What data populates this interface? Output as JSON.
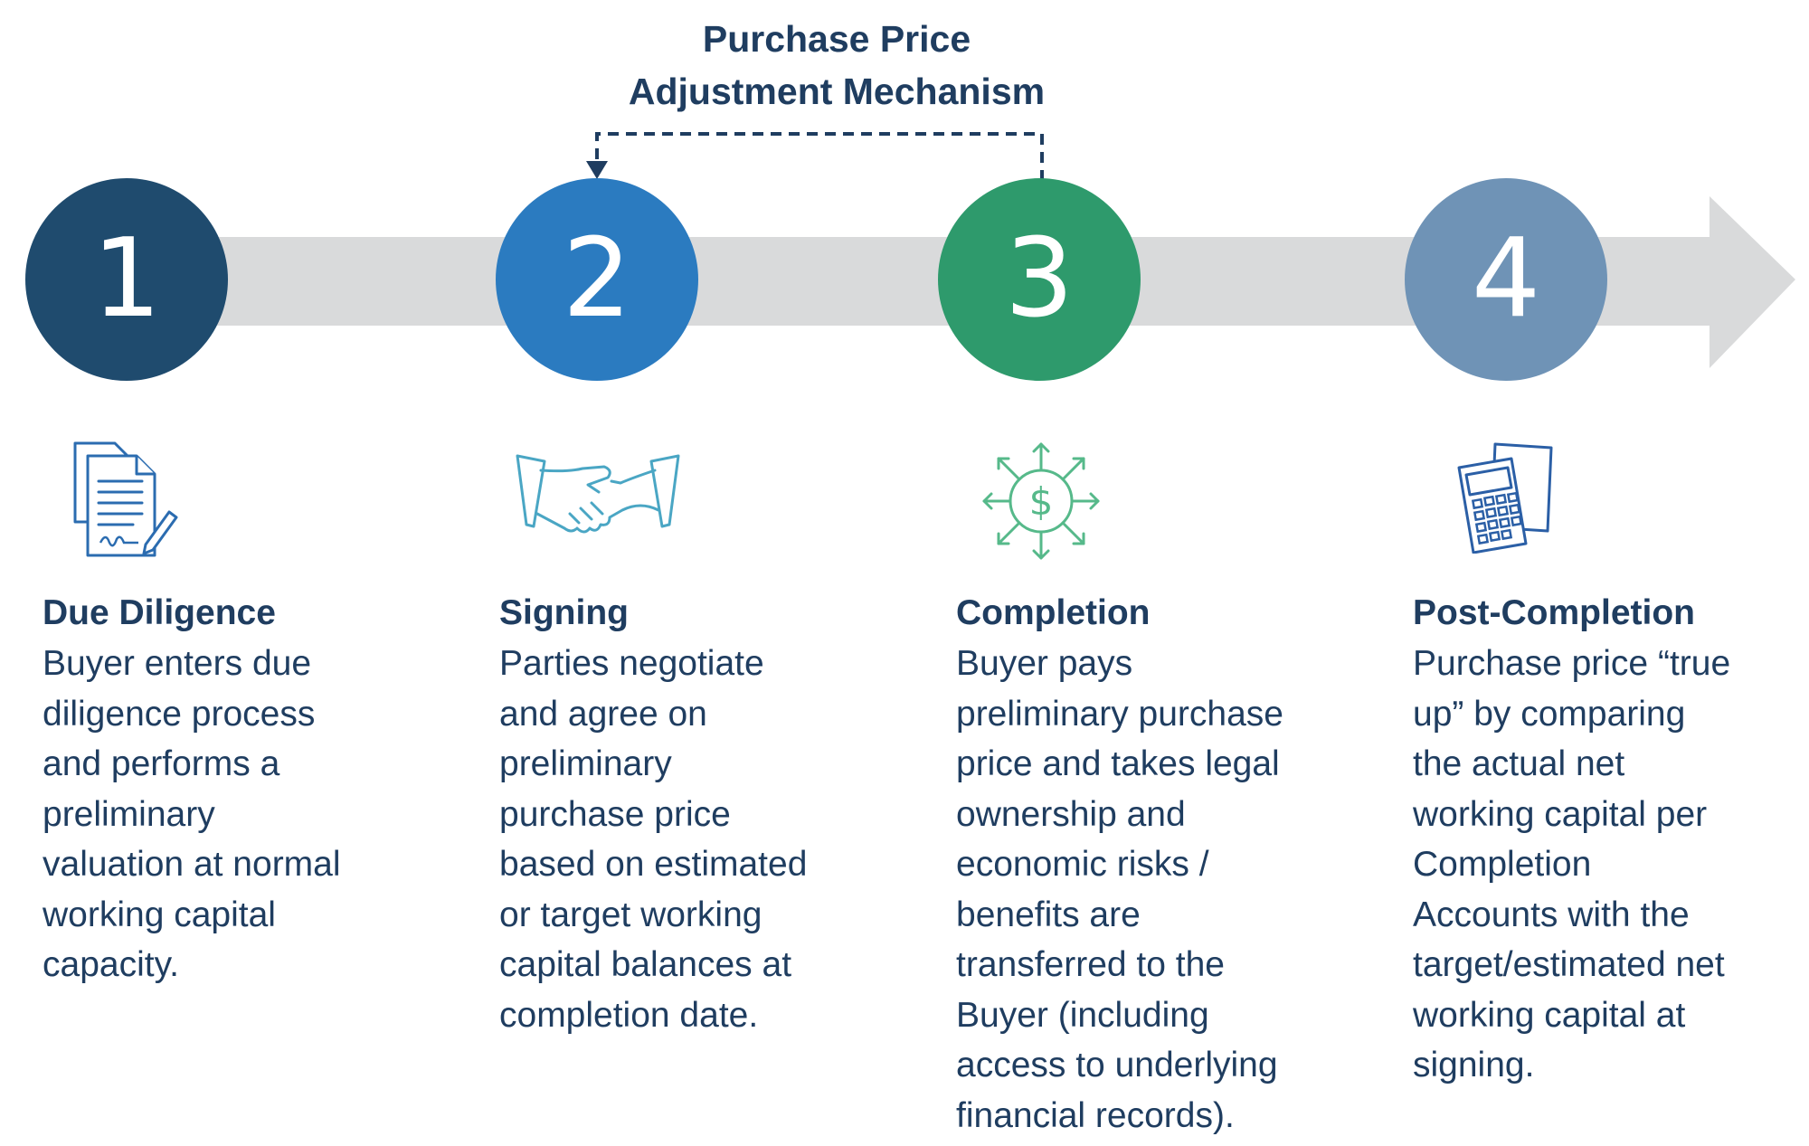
{
  "title": {
    "line1": "Purchase Price",
    "line2": "Adjustment Mechanism"
  },
  "colors": {
    "arrow": "#d9dadb",
    "connector": "#1f3d60",
    "step1": "#1f4b6e",
    "step2": "#2b7bc0",
    "step3": "#2e9a6c",
    "step4": "#6f93b6",
    "text": "#1f3d60"
  },
  "steps": [
    {
      "number": "1",
      "icon": "document-signature-icon",
      "heading": "Due Diligence",
      "lines": [
        "Buyer enters due",
        "diligence process",
        "and performs a",
        "preliminary",
        "valuation at normal",
        "working capital",
        "capacity."
      ]
    },
    {
      "number": "2",
      "icon": "handshake-icon",
      "heading": "Signing",
      "lines": [
        "Parties negotiate",
        "and agree on",
        "preliminary",
        "purchase price",
        "based on estimated",
        "or target working",
        "capital balances at",
        "completion date."
      ]
    },
    {
      "number": "3",
      "icon": "dollar-arrows-icon",
      "heading": "Completion",
      "lines": [
        "Buyer pays",
        "preliminary purchase",
        "price and takes legal",
        "ownership and",
        "economic risks /",
        "benefits are",
        "transferred to the",
        "Buyer (including",
        "access to underlying",
        "financial records)."
      ]
    },
    {
      "number": "4",
      "icon": "calculator-icon",
      "heading": "Post-Completion",
      "lines": [
        "Purchase price “true",
        "up” by comparing",
        "the actual net",
        "working capital per",
        "Completion",
        "Accounts with the",
        "target/estimated net",
        "working capital at",
        "signing."
      ]
    }
  ]
}
